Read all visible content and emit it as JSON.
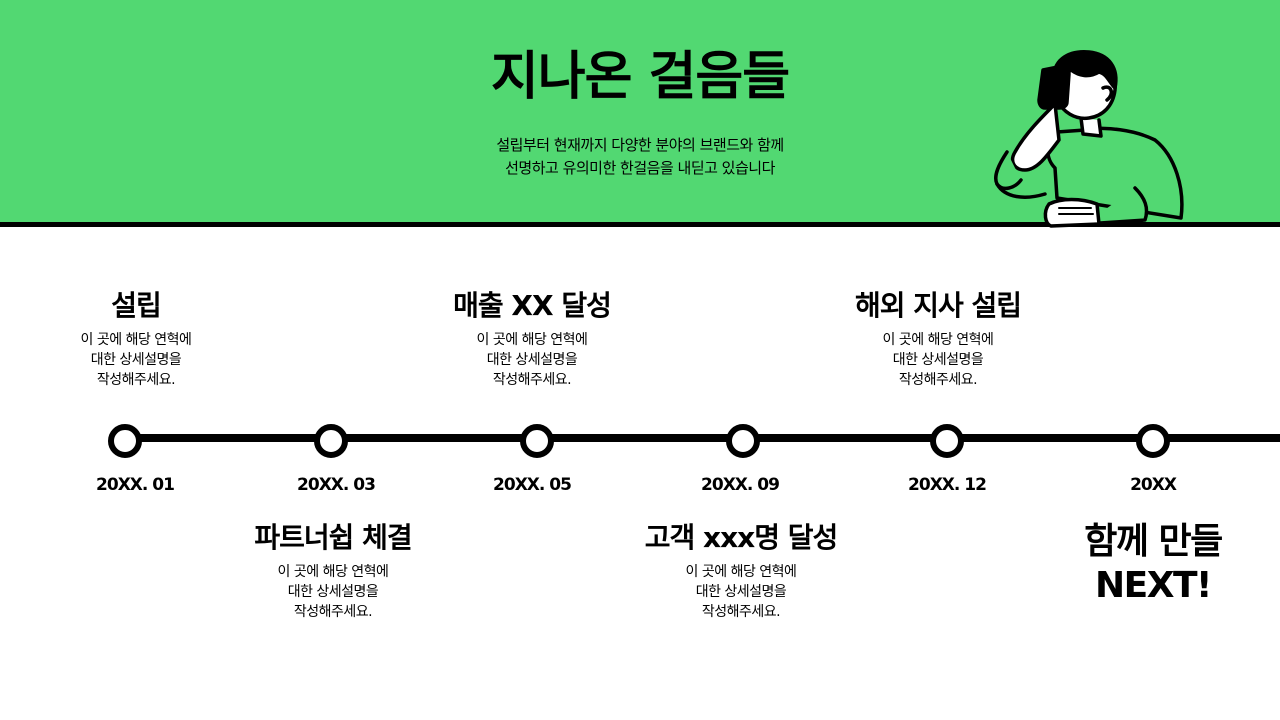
{
  "header": {
    "title": "지나온 걸음들",
    "subtitle_line1": "설립부터 현재까지 다양한 분야의 브랜드와 함께",
    "subtitle_line2": "선명하고 유의미한 한걸음을 내딛고 있습니다",
    "background_color": "#52d872"
  },
  "illustration": {
    "icon": "person-looking-through-binoculars-illustration"
  },
  "timeline": {
    "dates": [
      "20XX. 01",
      "20XX. 03",
      "20XX. 05",
      "20XX. 09",
      "20XX. 12",
      "20XX"
    ],
    "milestones": [
      {
        "title": "설립",
        "desc_line1": "이 곳에 해당 연혁에",
        "desc_line2": "대한 상세설명을",
        "desc_line3": "작성해주세요."
      },
      {
        "title": "파트너쉽 체결",
        "desc_line1": "이 곳에 해당 연혁에",
        "desc_line2": "대한 상세설명을",
        "desc_line3": "작성해주세요."
      },
      {
        "title": "매출 XX 달성",
        "desc_line1": "이 곳에 해당 연혁에",
        "desc_line2": "대한 상세설명을",
        "desc_line3": "작성해주세요."
      },
      {
        "title": "고객 xxx명 달성",
        "desc_line1": "이 곳에 해당 연혁에",
        "desc_line2": "대한 상세설명을",
        "desc_line3": "작성해주세요."
      },
      {
        "title": "해외 지사 설립",
        "desc_line1": "이 곳에 해당 연혁에",
        "desc_line2": "대한 상세설명을",
        "desc_line3": "작성해주세요."
      }
    ],
    "next_line1": "함께 만들",
    "next_line2": "NEXT!"
  }
}
